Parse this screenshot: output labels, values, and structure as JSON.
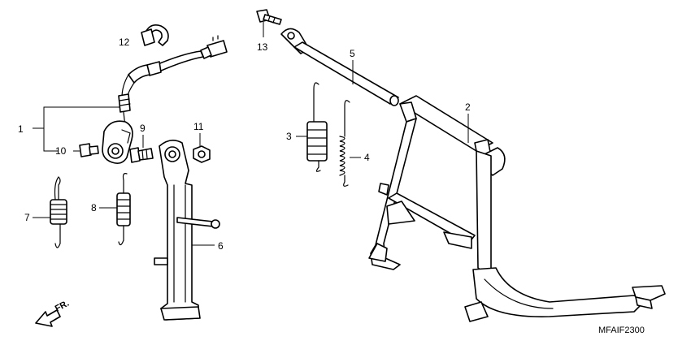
{
  "callouts": {
    "c1": "1",
    "c2": "2",
    "c3": "3",
    "c4": "4",
    "c5": "5",
    "c6": "6",
    "c7": "7",
    "c8": "8",
    "c9": "9",
    "c10": "10",
    "c11": "11",
    "c12": "12",
    "c13": "13"
  },
  "front_marker": "FR.",
  "diagram_code": "MFAIF2300"
}
